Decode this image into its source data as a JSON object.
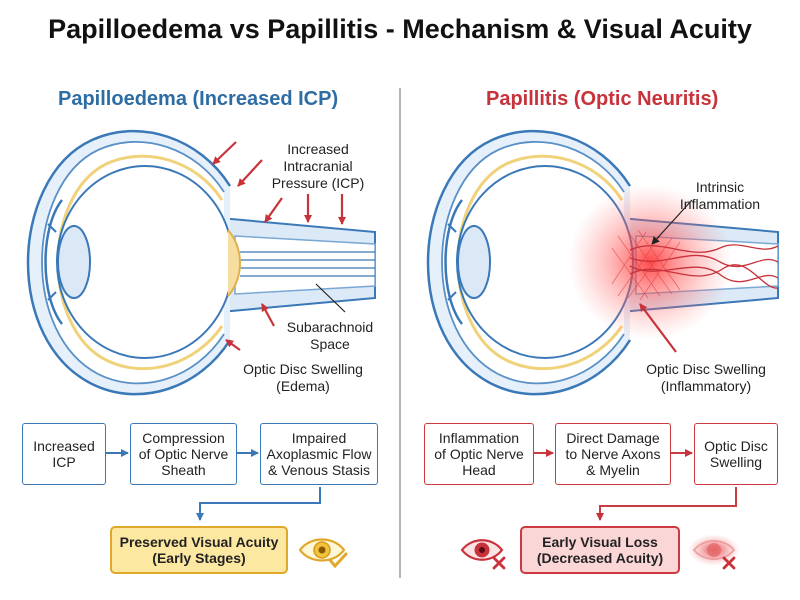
{
  "title": "Papilloedema vs Papillitis - Mechanism & Visual Acuity",
  "left_panel": {
    "title": "Papilloedema (Increased ICP)",
    "labels": {
      "icp": "Increased\nIntracranial\nPressure (ICP)",
      "subarachnoid": "Subarachnoid\nSpace",
      "disc_swelling": "Optic Disc Swelling\n(Edema)"
    },
    "flow": [
      "Increased\nICP",
      "Compression\nof Optic Nerve\nSheath",
      "Impaired\nAxoplasmic Flow\n& Venous Stasis"
    ],
    "result": "Preserved Visual Acuity\n(Early Stages)"
  },
  "right_panel": {
    "title": "Papillitis (Optic Neuritis)",
    "labels": {
      "inflammation": "Intrinsic\nInflammation",
      "disc_swelling": "Optic Disc Swelling\n(Inflammatory)"
    },
    "flow": [
      "Inflammation\nof Optic Nerve\nHead",
      "Direct Damage\nto Nerve Axons\n& Myelin",
      "Optic Disc\nSwelling"
    ],
    "result": "Early Visual Loss\n(Decreased Acuity)"
  },
  "colors": {
    "blue_accent": "#2e6da4",
    "red_accent": "#c8323a",
    "preserved_fill": "#fde8a2",
    "loss_fill": "#fbd6d6"
  },
  "icons": [
    "eye-check-icon",
    "eye-cross-icon",
    "blurred-eye-cross-icon"
  ]
}
